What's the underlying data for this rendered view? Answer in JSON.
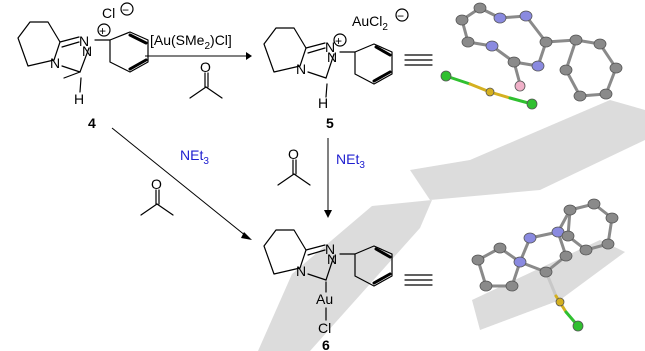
{
  "labels": {
    "chloride": "Cl",
    "compound4": "4",
    "compound5": "5",
    "compound6": "6",
    "n1": "N",
    "n2": "N",
    "n_ring": "N",
    "h": "H",
    "reagent_au_part1": "[Au(SMe",
    "reagent_au_sub": "2",
    "reagent_au_part2": ")Cl]",
    "aucl_main": "AuCl",
    "aucl_sub": "2",
    "base_main": "NEt",
    "base_sub": "3",
    "au": "Au",
    "cl_bottom": "Cl",
    "carbonyl_o": "O",
    "plus": "+",
    "minus": "−"
  },
  "colors": {
    "base_text": "#2020d0",
    "carbon": "#8a8a8a",
    "nitrogen": "#8a8ae0",
    "gold": "#d4b020",
    "chlorine": "#30c030",
    "hydrogen": "#f0b0c8",
    "watermark": "#dcdcdc"
  }
}
